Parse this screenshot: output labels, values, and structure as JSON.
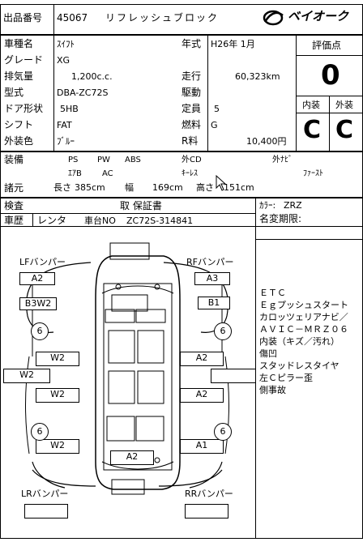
{
  "header": {
    "lot_label": "出品番号",
    "lot_number": "45067",
    "lot_title": "リフレッシュブロック",
    "auction_name": "ベイオーク"
  },
  "specs": {
    "model_label": "車種名",
    "model": "ｽｲﾌﾄ",
    "grade_label": "グレード",
    "grade": "XG",
    "displacement_label": "排気量",
    "displacement": "1,200c.c.",
    "type_label": "型式",
    "type": "DBA-ZC72S",
    "doors_label": "ドア形状",
    "doors": "5HB",
    "shift_label": "シフト",
    "shift": "FAT",
    "color_label": "外装色",
    "color": "ﾌﾞﾙｰ",
    "year_label": "年式",
    "year": "H26年  1月",
    "mileage_label": "走行",
    "mileage": "60,323km",
    "drive_label": "駆動",
    "drive": "",
    "capacity_label": "定員",
    "capacity": "5",
    "fuel_label": "燃料",
    "fuel": "G",
    "r_label": "R料",
    "r_fee": "10,400円"
  },
  "grades": {
    "overall_label": "評価点",
    "overall": "0",
    "interior_label": "内装",
    "interior": "C",
    "exterior_label": "外装",
    "exterior": "C"
  },
  "equipment": {
    "label": "装備",
    "ps": "PS",
    "pw": "PW",
    "abs": "ABS",
    "cd": "外CD",
    "navi": "外ﾅﾋﾞ",
    "airbag": "ｴｱB",
    "ac": "AC",
    "keyless": "ｷｰﾚｽ",
    "first": "ﾌｧｰｽﾄ"
  },
  "dimensions": {
    "label": "諸元",
    "length_label": "長さ",
    "length": "385cm",
    "width_label": "幅",
    "width": "169cm",
    "height_label": "高さ",
    "height": "151cm"
  },
  "inspection": {
    "label": "検査",
    "value": "取  保証書",
    "history_label": "車歴",
    "history": "レンタ",
    "chassis_label": "車台NO",
    "chassis": "ZC72S-314841",
    "color_code_label": "ｶﾗｰ:",
    "color_code": "ZRZ",
    "name_change_label": "名変期限:"
  },
  "diagram": {
    "lf_bumper": "LFバンパー",
    "rf_bumper": "RFバンパー",
    "lr_bumper": "LRバンパー",
    "rr_bumper": "RRバンパー",
    "front_left": "A2",
    "front_right": "A3",
    "left_fender": "B3W2",
    "right_fender": "B1",
    "left_door_front": "W2",
    "right_door_front": "A2",
    "left_side_outer": "W2",
    "left_door_rear": "W2",
    "right_door_rear": "A2",
    "left_quarter": "W2",
    "right_quarter": "A1",
    "rear_center": "A2",
    "tire_fl": "6",
    "tire_fr": "6",
    "tire_rl": "6",
    "tire_rr": "6"
  },
  "notes": [
    "ＥＴＣ",
    "Ｅｇプッシュスタート",
    "カロッツェリアナビ／",
    "ＡＶＩＣ－ＭＲＺ０６",
    "内装（キズ／汚れ）",
    "傷凹",
    "スタッドレスタイヤ",
    "左Ｃピラー歪",
    "側事故"
  ]
}
